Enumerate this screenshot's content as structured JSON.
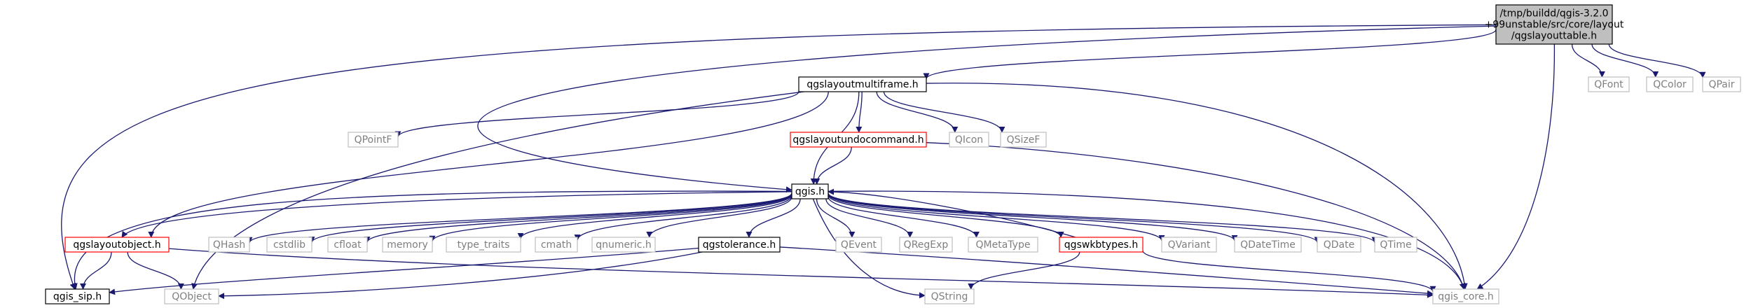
{
  "colors": {
    "edge": "#191970",
    "root_fill": "#bfbfbf",
    "normal_border": "#000000",
    "red_border": "#ff0000",
    "external_border": "#bfbfbf",
    "external_text": "#7f7f7f",
    "text": "#000000"
  },
  "nodes": [
    {
      "id": "root",
      "lines": [
        "/tmp/buildd/qgis-3.2.0",
        "+99unstable/src/core/layout",
        "/qgslayouttable.h"
      ],
      "style": "root"
    },
    {
      "id": "multiframe",
      "lines": [
        "qgslayoutmultiframe.h"
      ],
      "style": "normal"
    },
    {
      "id": "undocommand",
      "lines": [
        "qgslayoutundocommand.h"
      ],
      "style": "red"
    },
    {
      "id": "qgis",
      "lines": [
        "qgis.h"
      ],
      "style": "normal"
    },
    {
      "id": "layoutobject",
      "lines": [
        "qgslayoutobject.h"
      ],
      "style": "red"
    },
    {
      "id": "tolerance",
      "lines": [
        "qgstolerance.h"
      ],
      "style": "normal"
    },
    {
      "id": "wkbtypes",
      "lines": [
        "qgswkbtypes.h"
      ],
      "style": "red"
    },
    {
      "id": "sip",
      "lines": [
        "qgis_sip.h"
      ],
      "style": "normal"
    },
    {
      "id": "core",
      "lines": [
        "qgis_core.h"
      ],
      "style": "external"
    },
    {
      "id": "qobject",
      "lines": [
        "QObject"
      ],
      "style": "external"
    },
    {
      "id": "qstring",
      "lines": [
        "QString"
      ],
      "style": "external"
    },
    {
      "id": "qfont",
      "lines": [
        "QFont"
      ],
      "style": "external"
    },
    {
      "id": "qcolor",
      "lines": [
        "QColor"
      ],
      "style": "external"
    },
    {
      "id": "qpair",
      "lines": [
        "QPair"
      ],
      "style": "external"
    },
    {
      "id": "qpointf",
      "lines": [
        "QPointF"
      ],
      "style": "external"
    },
    {
      "id": "qicon",
      "lines": [
        "QIcon"
      ],
      "style": "external"
    },
    {
      "id": "qsizef",
      "lines": [
        "QSizeF"
      ],
      "style": "external"
    },
    {
      "id": "qhash",
      "lines": [
        "QHash"
      ],
      "style": "external"
    },
    {
      "id": "cstdlib",
      "lines": [
        "cstdlib"
      ],
      "style": "external"
    },
    {
      "id": "cfloat",
      "lines": [
        "cfloat"
      ],
      "style": "external"
    },
    {
      "id": "memory",
      "lines": [
        "memory"
      ],
      "style": "external"
    },
    {
      "id": "type_traits",
      "lines": [
        "type_traits"
      ],
      "style": "external"
    },
    {
      "id": "cmath",
      "lines": [
        "cmath"
      ],
      "style": "external"
    },
    {
      "id": "qnumeric",
      "lines": [
        "qnumeric.h"
      ],
      "style": "external"
    },
    {
      "id": "qevent",
      "lines": [
        "QEvent"
      ],
      "style": "external"
    },
    {
      "id": "qregexp",
      "lines": [
        "QRegExp"
      ],
      "style": "external"
    },
    {
      "id": "qmetatype",
      "lines": [
        "QMetaType"
      ],
      "style": "external"
    },
    {
      "id": "qvariant",
      "lines": [
        "QVariant"
      ],
      "style": "external"
    },
    {
      "id": "qdatetime",
      "lines": [
        "QDateTime"
      ],
      "style": "external"
    },
    {
      "id": "qdate",
      "lines": [
        "QDate"
      ],
      "style": "external"
    },
    {
      "id": "qtime",
      "lines": [
        "QTime"
      ],
      "style": "external"
    }
  ],
  "edges": [
    [
      "root",
      "multiframe"
    ],
    [
      "root",
      "sip"
    ],
    [
      "root",
      "qgis"
    ],
    [
      "root",
      "core"
    ],
    [
      "root",
      "qfont"
    ],
    [
      "root",
      "qcolor"
    ],
    [
      "root",
      "qpair"
    ],
    [
      "multiframe",
      "layoutobject"
    ],
    [
      "multiframe",
      "qgis"
    ],
    [
      "multiframe",
      "undocommand"
    ],
    [
      "multiframe",
      "qpointf"
    ],
    [
      "multiframe",
      "qicon"
    ],
    [
      "multiframe",
      "qsizef"
    ],
    [
      "multiframe",
      "core"
    ],
    [
      "multiframe",
      "qobject"
    ],
    [
      "undocommand",
      "qgis"
    ],
    [
      "undocommand",
      "core"
    ],
    [
      "qgis",
      "sip"
    ],
    [
      "qgis",
      "qhash"
    ],
    [
      "qgis",
      "cstdlib"
    ],
    [
      "qgis",
      "cfloat"
    ],
    [
      "qgis",
      "memory"
    ],
    [
      "qgis",
      "type_traits"
    ],
    [
      "qgis",
      "cmath"
    ],
    [
      "qgis",
      "qnumeric"
    ],
    [
      "qgis",
      "tolerance"
    ],
    [
      "qgis",
      "qevent"
    ],
    [
      "qgis",
      "qregexp"
    ],
    [
      "qgis",
      "qmetatype"
    ],
    [
      "qgis",
      "wkbtypes"
    ],
    [
      "qgis",
      "qvariant"
    ],
    [
      "qgis",
      "qdatetime"
    ],
    [
      "qgis",
      "qdate"
    ],
    [
      "qgis",
      "qtime"
    ],
    [
      "qgis",
      "core"
    ],
    [
      "qgis",
      "qstring"
    ],
    [
      "qgis",
      "layoutobject"
    ],
    [
      "layoutobject",
      "sip"
    ],
    [
      "layoutobject",
      "qobject"
    ],
    [
      "layoutobject",
      "core"
    ],
    [
      "tolerance",
      "sip"
    ],
    [
      "tolerance",
      "core"
    ],
    [
      "tolerance",
      "qobject"
    ],
    [
      "wkbtypes",
      "qgis"
    ],
    [
      "wkbtypes",
      "qstring"
    ],
    [
      "wkbtypes",
      "core"
    ]
  ]
}
